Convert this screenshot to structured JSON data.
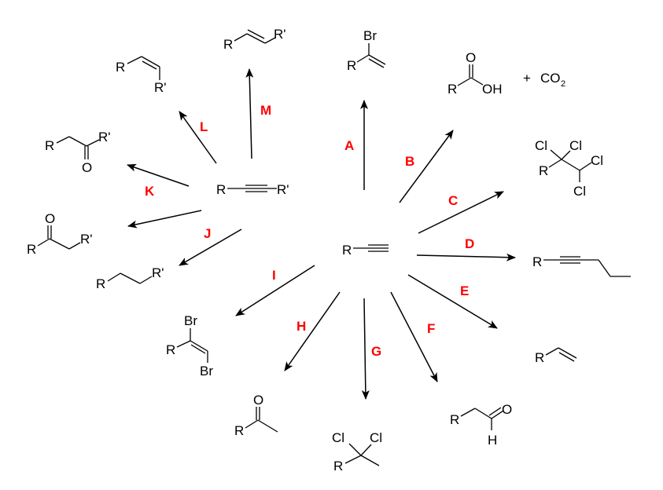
{
  "colors": {
    "label": "#ff0000",
    "structure": "#000000"
  },
  "center": {
    "terminal_alkyne": {
      "r": "R"
    },
    "internal_alkyne": {
      "r": "R",
      "r2": "R'"
    }
  },
  "labels": {
    "A": "A",
    "B": "B",
    "C": "C",
    "D": "D",
    "E": "E",
    "F": "F",
    "G": "G",
    "H": "H",
    "I": "I",
    "J": "J",
    "K": "K",
    "L": "L",
    "M": "M"
  },
  "products": {
    "A": {
      "br": "Br",
      "r": "R"
    },
    "B": {
      "o": "O",
      "r": "R",
      "oh": "OH",
      "plus": "+",
      "co2": "CO",
      "co2_sub": "2"
    },
    "C": {
      "cl1": "Cl",
      "cl2": "Cl",
      "cl3": "Cl",
      "cl4": "Cl",
      "r": "R"
    },
    "D": {
      "r": "R"
    },
    "E": {
      "r": "R"
    },
    "F": {
      "r": "R",
      "o": "O",
      "h": "H"
    },
    "G": {
      "cl1": "Cl",
      "cl2": "Cl",
      "r": "R"
    },
    "H": {
      "o": "O",
      "r": "R"
    },
    "I": {
      "br1": "Br",
      "br2": "Br",
      "r": "R"
    },
    "J": {
      "r": "R",
      "r2": "R'"
    },
    "J2": {
      "o": "O",
      "r": "R",
      "r2": "R'"
    },
    "K": {
      "r": "R",
      "r2": "R'",
      "o": "O"
    },
    "L": {
      "r": "R",
      "r2": "R'"
    },
    "M": {
      "r": "R",
      "r2": "R'"
    }
  }
}
